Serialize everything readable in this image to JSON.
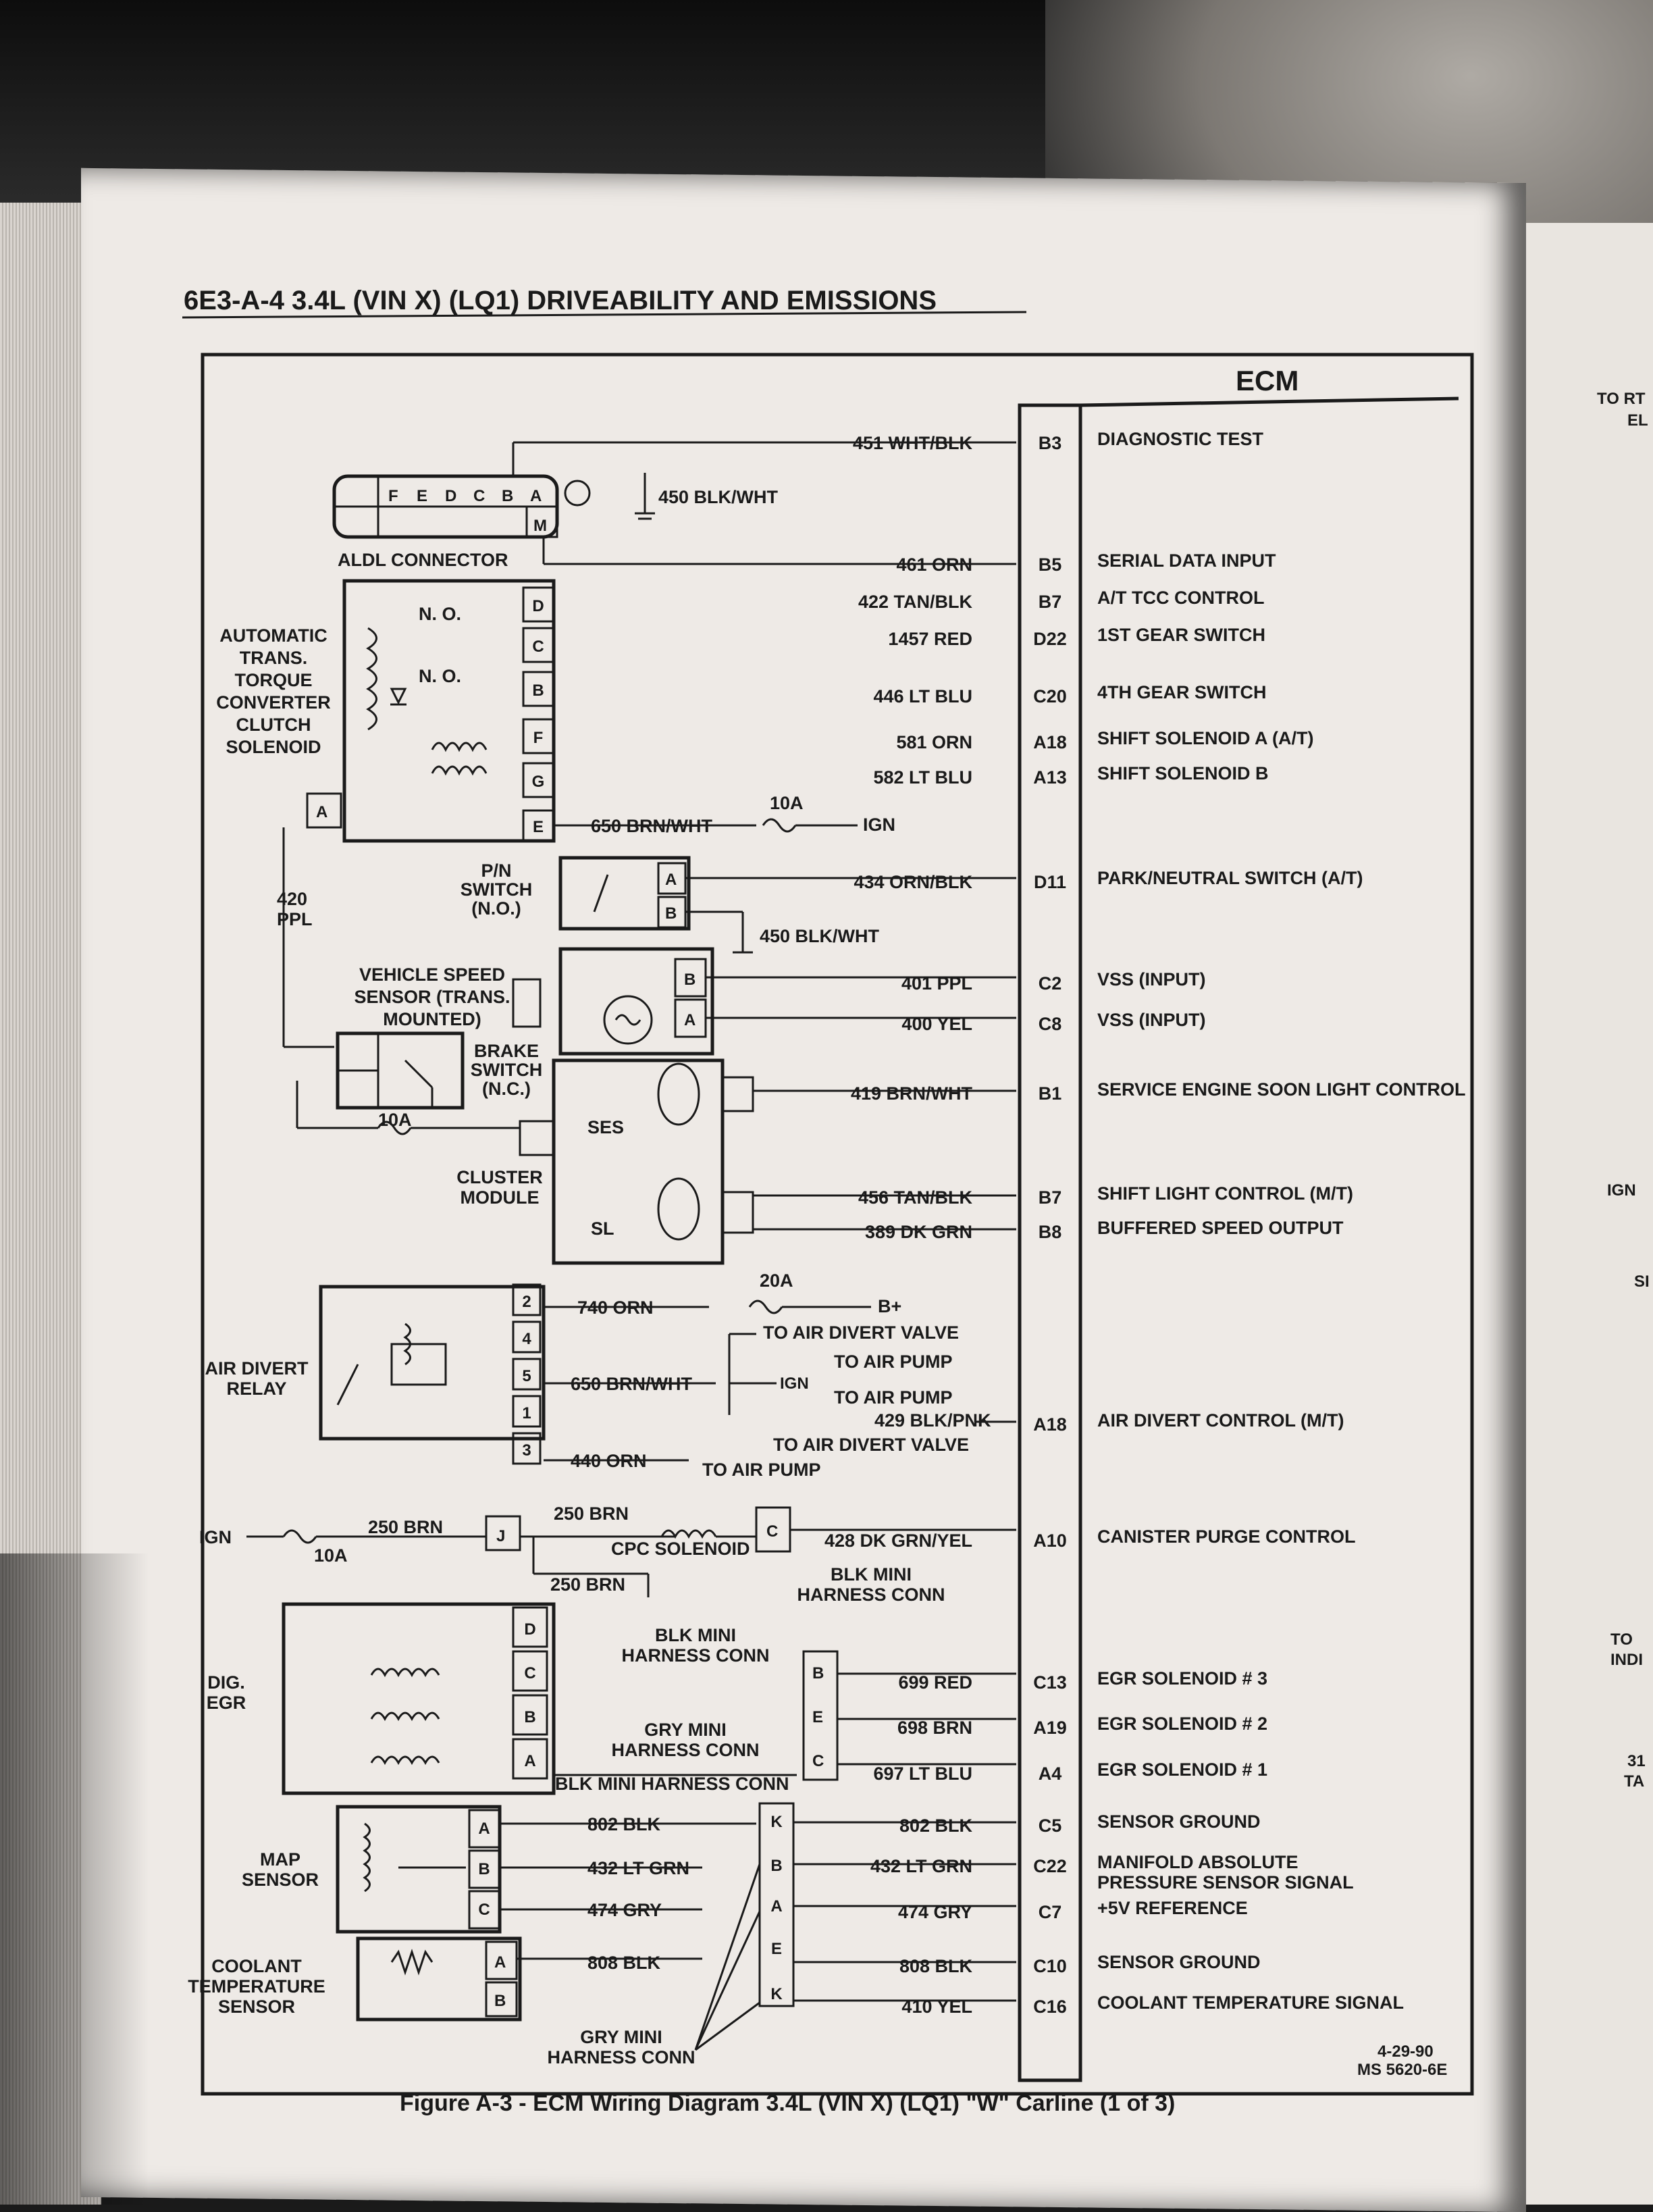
{
  "header": "6E3-A-4 3.4L (VIN X) (LQ1) DRIVEABILITY AND EMISSIONS",
  "ecm_label": "ECM",
  "caption": "Figure A-3 - ECM Wiring Diagram 3.4L (VIN X) (LQ1) \"W\" Carline (1 of 3)",
  "doc_code": [
    "4-29-90",
    "MS 5620-6E"
  ],
  "right_page_text": [
    "TO RT",
    "EL",
    "IGN",
    "SI",
    "TO",
    "INDI",
    "31",
    "TA"
  ],
  "aldl": {
    "label": "ALDL CONNECTOR",
    "pins_top": [
      "F",
      "E",
      "D",
      "C",
      "B",
      "A"
    ],
    "pin_m": "M",
    "ground_wire": "450 BLK/WHT"
  },
  "components": {
    "auto_trans": [
      "AUTOMATIC",
      "TRANS.",
      "TORQUE",
      "CONVERTER",
      "CLUTCH",
      "SOLENOID"
    ],
    "no1": "N. O.",
    "no2": "N. O.",
    "trans_pins": [
      "D",
      "C",
      "B",
      "F",
      "G",
      "E"
    ],
    "pin_a": "A",
    "wire_420": [
      "420",
      "PPL"
    ],
    "pn_switch": [
      "P/N",
      "SWITCH",
      "(N.O.)"
    ],
    "pn_pins": [
      "A",
      "B"
    ],
    "pn_ground": "450 BLK/WHT",
    "vss": [
      "VEHICLE SPEED",
      "SENSOR (TRANS.",
      "MOUNTED)"
    ],
    "vss_pins": [
      "B",
      "A"
    ],
    "brake": [
      "BRAKE",
      "SWITCH",
      "(N.C.)"
    ],
    "fuse_10a_a": "10A",
    "cluster": [
      "CLUSTER",
      "MODULE"
    ],
    "ses": "SES",
    "sl": "SL",
    "fuse_10a_b": "10A",
    "fuse_20a": "20A",
    "b_plus": "B+",
    "air_divert": [
      "AIR DIVERT",
      "RELAY"
    ],
    "relay_pins": [
      "2",
      "4",
      "5",
      "1",
      "3"
    ],
    "w740": "740 ORN",
    "w650b": "650 BRN/WHT",
    "w440": "440 ORN",
    "to_air_divert": "TO AIR DIVERT VALVE",
    "to_air_pump1": "TO AIR PUMP",
    "ign_a": "IGN",
    "to_air_pump2": "TO AIR PUMP",
    "w429": "429 BLK/PNK",
    "to_air_divert2": "TO AIR DIVERT VALVE",
    "to_air_pump3": "TO AIR PUMP",
    "ign_left": "IGN",
    "fuse_10a_c": "10A",
    "w250a": "250 BRN",
    "j": "J",
    "w250b": "250 BRN",
    "cpc": "CPC SOLENOID",
    "c": "C",
    "blk_mini1": [
      "BLK MINI",
      "HARNESS CONN"
    ],
    "w250c": "250 BRN",
    "dig_egr": [
      "DIG.",
      "EGR"
    ],
    "egr_pins": [
      "D",
      "C",
      "B",
      "A"
    ],
    "blk_mini2": [
      "BLK MINI",
      "HARNESS CONN"
    ],
    "gry_mini1": [
      "GRY MINI",
      "HARNESS CONN"
    ],
    "blk_mini3": "BLK MINI HARNESS CONN",
    "conn_bec": [
      "B",
      "E",
      "C"
    ],
    "map": [
      "MAP",
      "SENSOR"
    ],
    "map_pins": [
      "A",
      "B",
      "C"
    ],
    "map_wires": [
      "802 BLK",
      "432 LT GRN",
      "474 GRY"
    ],
    "conn_kbaek": [
      "K",
      "B",
      "A",
      "E",
      "K"
    ],
    "coolant": [
      "COOLANT",
      "TEMPERATURE",
      "SENSOR"
    ],
    "cool_pins": [
      "A",
      "B"
    ],
    "cool_wire": "808 BLK",
    "gry_mini2": [
      "GRY MINI",
      "HARNESS CONN"
    ],
    "w650a": "650 BRN/WHT",
    "fuse_10a_d": "10A",
    "ign_b": "IGN"
  },
  "ecm_rows": [
    {
      "wire": "451 WHT/BLK",
      "pin": "B3",
      "func": "DIAGNOSTIC TEST"
    },
    {
      "wire": "461 ORN",
      "pin": "B5",
      "func": "SERIAL DATA INPUT"
    },
    {
      "wire": "422 TAN/BLK",
      "pin": "B7",
      "func": "A/T TCC CONTROL"
    },
    {
      "wire": "1457 RED",
      "pin": "D22",
      "func": "1ST GEAR SWITCH"
    },
    {
      "wire": "446 LT BLU",
      "pin": "C20",
      "func": "4TH GEAR SWITCH"
    },
    {
      "wire": "581 ORN",
      "pin": "A18",
      "func": "SHIFT SOLENOID A (A/T)"
    },
    {
      "wire": "582 LT BLU",
      "pin": "A13",
      "func": "SHIFT SOLENOID B"
    },
    {
      "wire": "434 ORN/BLK",
      "pin": "D11",
      "func": "PARK/NEUTRAL SWITCH (A/T)"
    },
    {
      "wire": "401 PPL",
      "pin": "C2",
      "func": "VSS (INPUT)"
    },
    {
      "wire": "400 YEL",
      "pin": "C8",
      "func": "VSS (INPUT)"
    },
    {
      "wire": "419 BRN/WHT",
      "pin": "B1",
      "func": "SERVICE ENGINE SOON LIGHT CONTROL"
    },
    {
      "wire": "456 TAN/BLK",
      "pin": "B7",
      "func": "SHIFT LIGHT CONTROL (M/T)"
    },
    {
      "wire": "389 DK GRN",
      "pin": "B8",
      "func": "BUFFERED SPEED OUTPUT"
    },
    {
      "wire": "",
      "pin": "A18",
      "func": "AIR DIVERT CONTROL (M/T)"
    },
    {
      "wire": "428 DK GRN/YEL",
      "pin": "A10",
      "func": "CANISTER PURGE CONTROL"
    },
    {
      "wire": "699 RED",
      "pin": "C13",
      "func": "EGR SOLENOID # 3"
    },
    {
      "wire": "698 BRN",
      "pin": "A19",
      "func": "EGR SOLENOID # 2"
    },
    {
      "wire": "697 LT BLU",
      "pin": "A4",
      "func": "EGR SOLENOID # 1"
    },
    {
      "wire": "802 BLK",
      "pin": "C5",
      "func": "SENSOR GROUND"
    },
    {
      "wire": "432 LT GRN",
      "pin": "C22",
      "func": "MANIFOLD ABSOLUTE",
      "func2": "PRESSURE SENSOR SIGNAL"
    },
    {
      "wire": "474 GRY",
      "pin": "C7",
      "func": "+5V REFERENCE"
    },
    {
      "wire": "808 BLK",
      "pin": "C10",
      "func": "SENSOR GROUND"
    },
    {
      "wire": "410 YEL",
      "pin": "C16",
      "func": "COOLANT TEMPERATURE SIGNAL"
    }
  ]
}
